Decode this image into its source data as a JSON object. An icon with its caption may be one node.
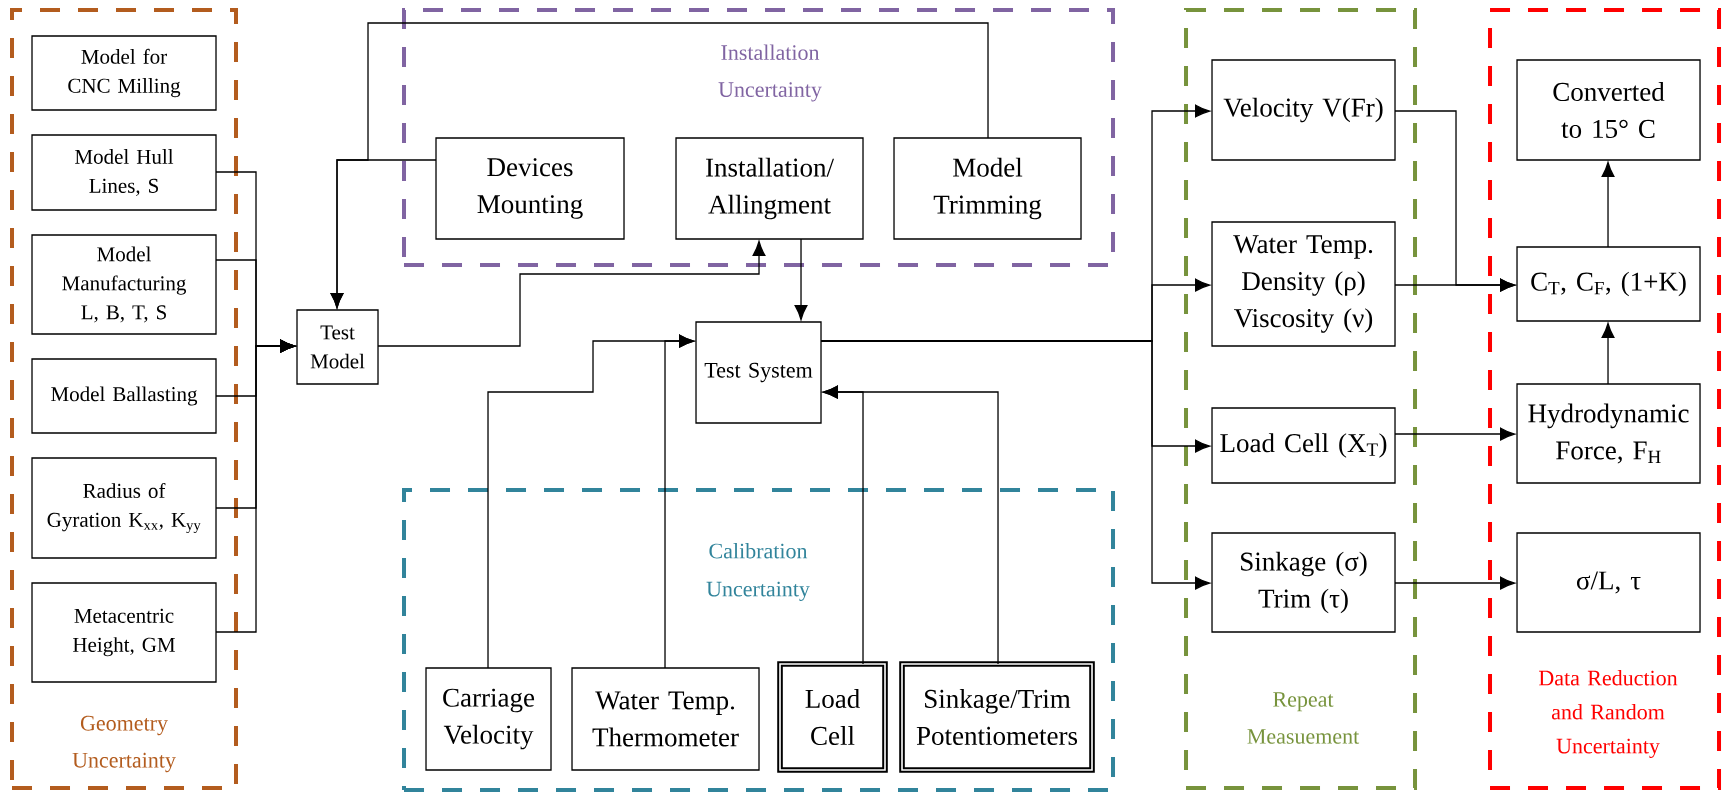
{
  "diagram": {
    "nodes": [
      {
        "text": [
          "Geometry Uncertainty"
        ]
      },
      {
        "text": [
          "Model for CNC Milling"
        ],
        "in": 0
      },
      {
        "text": [
          "Model Hull Lines, S"
        ],
        "in": 0
      },
      {
        "text": [
          "Model Manufacturing L, B, T, S"
        ],
        "in": 0
      },
      {
        "text": [
          "Model Ballasting"
        ],
        "in": 0
      },
      {
        "text": [
          "Radius of Gyration K$_{xx}$, K$_{yy}$"
        ],
        "in": 0
      },
      {
        "text": [
          "Metacentric Height, GM"
        ],
        "in": 0
      },
      {
        "text": [
          "Test Model"
        ]
      },
      {
        "text": [
          "Installation Uncertainty"
        ]
      },
      {
        "text": [
          "Devices Mounting"
        ],
        "in": 8
      },
      {
        "text": [
          "Installation/ Allingment"
        ],
        "in": 8
      },
      {
        "text": [
          "Model Trimming"
        ],
        "in": 8
      },
      {
        "text": [
          "Test System"
        ]
      },
      {
        "text": [
          "Calibration Uncertainty"
        ]
      },
      {
        "text": [
          "Carriage Velocity"
        ],
        "in": 13
      },
      {
        "text": [
          "Water Temp. Thermometer"
        ],
        "in": 13
      },
      {
        "text": [
          "Load Cell"
        ],
        "in": 13
      },
      {
        "text": [
          "Sinkage/Trim Potentiometers"
        ],
        "in": 13
      },
      {
        "text": [
          "Repeat Measuement"
        ]
      },
      {
        "text": [
          "Velocity V(Fr)"
        ],
        "in": 18
      },
      {
        "text": [
          "Water Temp. Density (ρ) Viscosity (ν)"
        ],
        "in": 18
      },
      {
        "text": [
          "Load Cell (X$_{T}$)"
        ],
        "in": 18
      },
      {
        "text": [
          "Sinkage (σ) Trim (τ)"
        ],
        "in": 18
      },
      {
        "text": [
          "Data Reduction and Random Uncertainty"
        ]
      },
      {
        "text": [
          "Converted to 15° C"
        ],
        "in": 23
      },
      {
        "text": [
          "C$_{T}$, C$_{F}$, (1+K)"
        ],
        "in": 23
      },
      {
        "text": [
          "Hydrodynamic Force, F$_{H}$"
        ],
        "in": 23
      },
      {
        "text": [
          "σ/L, τ"
        ],
        "in": 23
      }
    ],
    "edges": [
      {
        "from": 2,
        "to": 7,
        "arrow": "to"
      },
      {
        "from": 3,
        "to": 7,
        "arrow": "to"
      },
      {
        "from": 4,
        "to": 7,
        "arrow": "to"
      },
      {
        "from": 5,
        "to": 7,
        "arrow": "to"
      },
      {
        "from": 6,
        "to": 7,
        "arrow": "to"
      },
      {
        "from": 9,
        "to": 7,
        "arrow": "to"
      },
      {
        "from": 11,
        "to": 7,
        "arrow": "to"
      },
      {
        "from": 7,
        "to": 10,
        "arrow": "to"
      },
      {
        "from": 10,
        "to": 12,
        "arrow": "to"
      },
      {
        "from": 14,
        "to": 12,
        "arrow": "to"
      },
      {
        "from": 15,
        "to": 12,
        "arrow": "to"
      },
      {
        "from": 16,
        "to": 12,
        "arrow": "to"
      },
      {
        "from": 17,
        "to": 12,
        "arrow": "to"
      },
      {
        "from": 12,
        "to": 19,
        "arrow": "to"
      },
      {
        "from": 12,
        "to": 20,
        "arrow": "to"
      },
      {
        "from": 12,
        "to": 21,
        "arrow": "to"
      },
      {
        "from": 12,
        "to": 22,
        "arrow": "to"
      },
      {
        "from": 19,
        "to": 25,
        "arrow": "to"
      },
      {
        "from": 20,
        "to": 25,
        "arrow": "to"
      },
      {
        "from": 21,
        "to": 26,
        "arrow": "to"
      },
      {
        "from": 22,
        "to": 27,
        "arrow": "to"
      },
      {
        "from": 26,
        "to": 25,
        "arrow": "to"
      },
      {
        "from": 25,
        "to": 24,
        "arrow": "to"
      }
    ]
  }
}
